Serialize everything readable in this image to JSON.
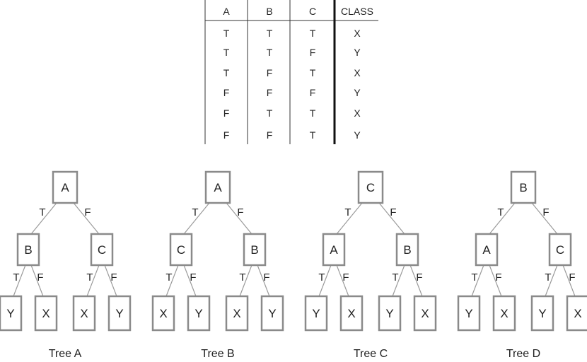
{
  "table": {
    "headers": [
      "A",
      "B",
      "C",
      "CLASS"
    ],
    "rows": [
      [
        "T",
        "T",
        "T",
        "X"
      ],
      [
        "T",
        "T",
        "F",
        "Y"
      ],
      [
        "T",
        "F",
        "T",
        "X"
      ],
      [
        "F",
        "F",
        "F",
        "Y"
      ],
      [
        "F",
        "T",
        "T",
        "X"
      ],
      [
        "F",
        "F",
        "T",
        "Y"
      ]
    ]
  },
  "trees": [
    {
      "caption": "Tree A",
      "root": {
        "label": "A",
        "true_label": "T",
        "false_label": "F"
      },
      "left": {
        "label": "B",
        "true_label": "T",
        "false_label": "F",
        "leaves": [
          "Y",
          "X"
        ]
      },
      "right": {
        "label": "C",
        "true_label": "T",
        "false_label": "F",
        "leaves": [
          "X",
          "Y"
        ]
      }
    },
    {
      "caption": "Tree B",
      "root": {
        "label": "A",
        "true_label": "T",
        "false_label": "F"
      },
      "left": {
        "label": "C",
        "true_label": "T",
        "false_label": "F",
        "leaves": [
          "X",
          "Y"
        ]
      },
      "right": {
        "label": "B",
        "true_label": "T",
        "false_label": "F",
        "leaves": [
          "X",
          "Y"
        ]
      }
    },
    {
      "caption": "Tree C",
      "root": {
        "label": "C",
        "true_label": "T",
        "false_label": "F"
      },
      "left": {
        "label": "A",
        "true_label": "T",
        "false_label": "F",
        "leaves": [
          "Y",
          "X"
        ]
      },
      "right": {
        "label": "B",
        "true_label": "T",
        "false_label": "F",
        "leaves": [
          "Y",
          "X"
        ]
      }
    },
    {
      "caption": "Tree D",
      "root": {
        "label": "B",
        "true_label": "T",
        "false_label": "F"
      },
      "left": {
        "label": "A",
        "true_label": "T",
        "false_label": "F",
        "leaves": [
          "Y",
          "X"
        ]
      },
      "right": {
        "label": "C",
        "true_label": "T",
        "false_label": "F",
        "leaves": [
          "Y",
          "X"
        ]
      }
    }
  ]
}
